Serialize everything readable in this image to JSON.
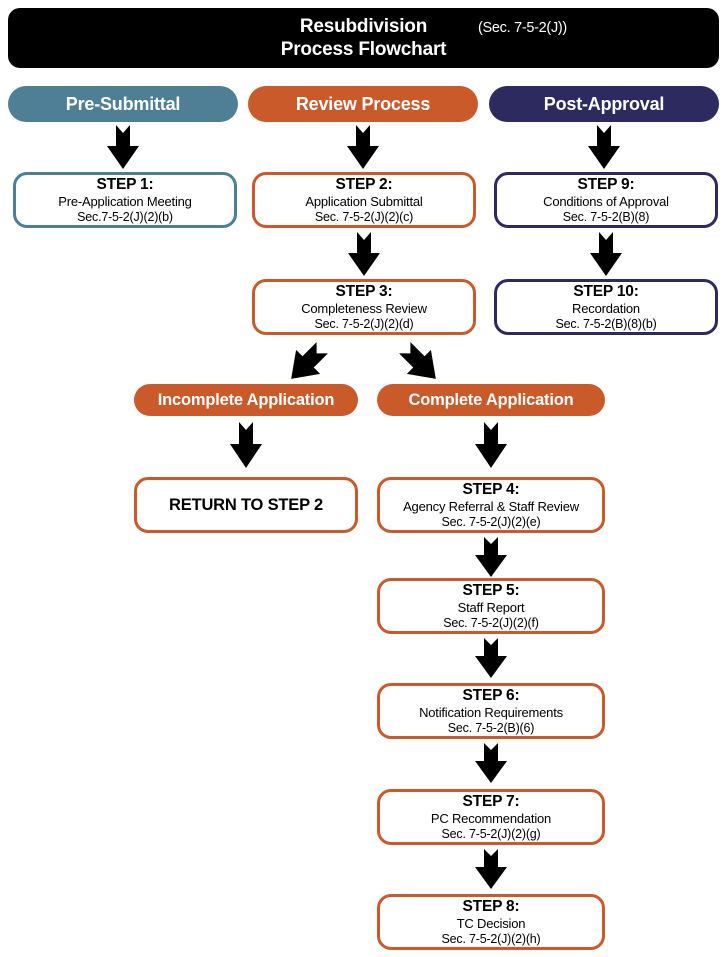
{
  "title": {
    "line1": "Resubdivision",
    "line2": "Process Flowchart",
    "section": "(Sec. 7-5-2(J))"
  },
  "colors": {
    "teal": "#4F7F94",
    "orange": "#CB5A2B",
    "navy": "#2D2A5F",
    "black": "#000000",
    "white": "#FFFFFF"
  },
  "columns": [
    {
      "key": "pre_submittal",
      "label": "Pre-Submittal",
      "color": "#4F7F94"
    },
    {
      "key": "review_process",
      "label": "Review Process",
      "color": "#CB5A2B"
    },
    {
      "key": "post_approval",
      "label": "Post-Approval",
      "color": "#2D2A5F"
    }
  ],
  "steps": {
    "step1": {
      "title": "STEP 1:",
      "subtitle": "Pre-Application Meeting",
      "section": "Sec.7-5-2(J)(2)(b)",
      "color": "#4F7F94"
    },
    "step2": {
      "title": "STEP 2:",
      "subtitle": "Application Submittal",
      "section": "Sec. 7-5-2(J)(2)(c)",
      "color": "#CB5A2B"
    },
    "step3": {
      "title": "STEP 3:",
      "subtitle": "Completeness Review",
      "section": "Sec. 7-5-2(J)(2)(d)",
      "color": "#CB5A2B"
    },
    "step4": {
      "title": "STEP 4:",
      "subtitle": "Agency Referral & Staff Review",
      "section": "Sec. 7-5-2(J)(2)(e)",
      "color": "#CB5A2B"
    },
    "step5": {
      "title": "STEP 5:",
      "subtitle": "Staff Report",
      "section": "Sec. 7-5-2(J)(2)(f)",
      "color": "#CB5A2B"
    },
    "step6": {
      "title": "STEP 6:",
      "subtitle": "Notification Requirements",
      "section": "Sec. 7-5-2(B)(6)",
      "color": "#CB5A2B"
    },
    "step7": {
      "title": "STEP 7:",
      "subtitle": "PC Recommendation",
      "section": "Sec. 7-5-2(J)(2)(g)",
      "color": "#CB5A2B"
    },
    "step8": {
      "title": "STEP 8:",
      "subtitle": "TC Decision",
      "section": "Sec. 7-5-2(J)(2)(h)",
      "color": "#CB5A2B"
    },
    "step9": {
      "title": "STEP 9:",
      "subtitle": "Conditions of Approval",
      "section": "Sec. 7-5-2(B)(8)",
      "color": "#2D2A5F"
    },
    "step10": {
      "title": "STEP 10:",
      "subtitle": "Recordation",
      "section": "Sec. 7-5-2(B)(8)(b)",
      "color": "#2D2A5F"
    },
    "return_step2": {
      "title": "RETURN TO STEP 2",
      "color": "#CB5A2B"
    }
  },
  "decisions": {
    "incomplete": {
      "label": "Incomplete Application",
      "color": "#CB5A2B"
    },
    "complete": {
      "label": "Complete Application",
      "color": "#CB5A2B"
    }
  },
  "arrows": [
    {
      "name": "arrow-presubmittal-to-step1",
      "direction": "down"
    },
    {
      "name": "arrow-review-to-step2",
      "direction": "down"
    },
    {
      "name": "arrow-postapproval-to-step9",
      "direction": "down"
    },
    {
      "name": "arrow-step2-to-step3",
      "direction": "down"
    },
    {
      "name": "arrow-step9-to-step10",
      "direction": "down"
    },
    {
      "name": "arrow-step3-to-incomplete",
      "direction": "down-left"
    },
    {
      "name": "arrow-step3-to-complete",
      "direction": "down-right"
    },
    {
      "name": "arrow-incomplete-to-return",
      "direction": "down"
    },
    {
      "name": "arrow-complete-to-step4",
      "direction": "down"
    },
    {
      "name": "arrow-step4-to-step5",
      "direction": "down"
    },
    {
      "name": "arrow-step5-to-step6",
      "direction": "down"
    },
    {
      "name": "arrow-step6-to-step7",
      "direction": "down"
    },
    {
      "name": "arrow-step7-to-step8",
      "direction": "down"
    }
  ]
}
